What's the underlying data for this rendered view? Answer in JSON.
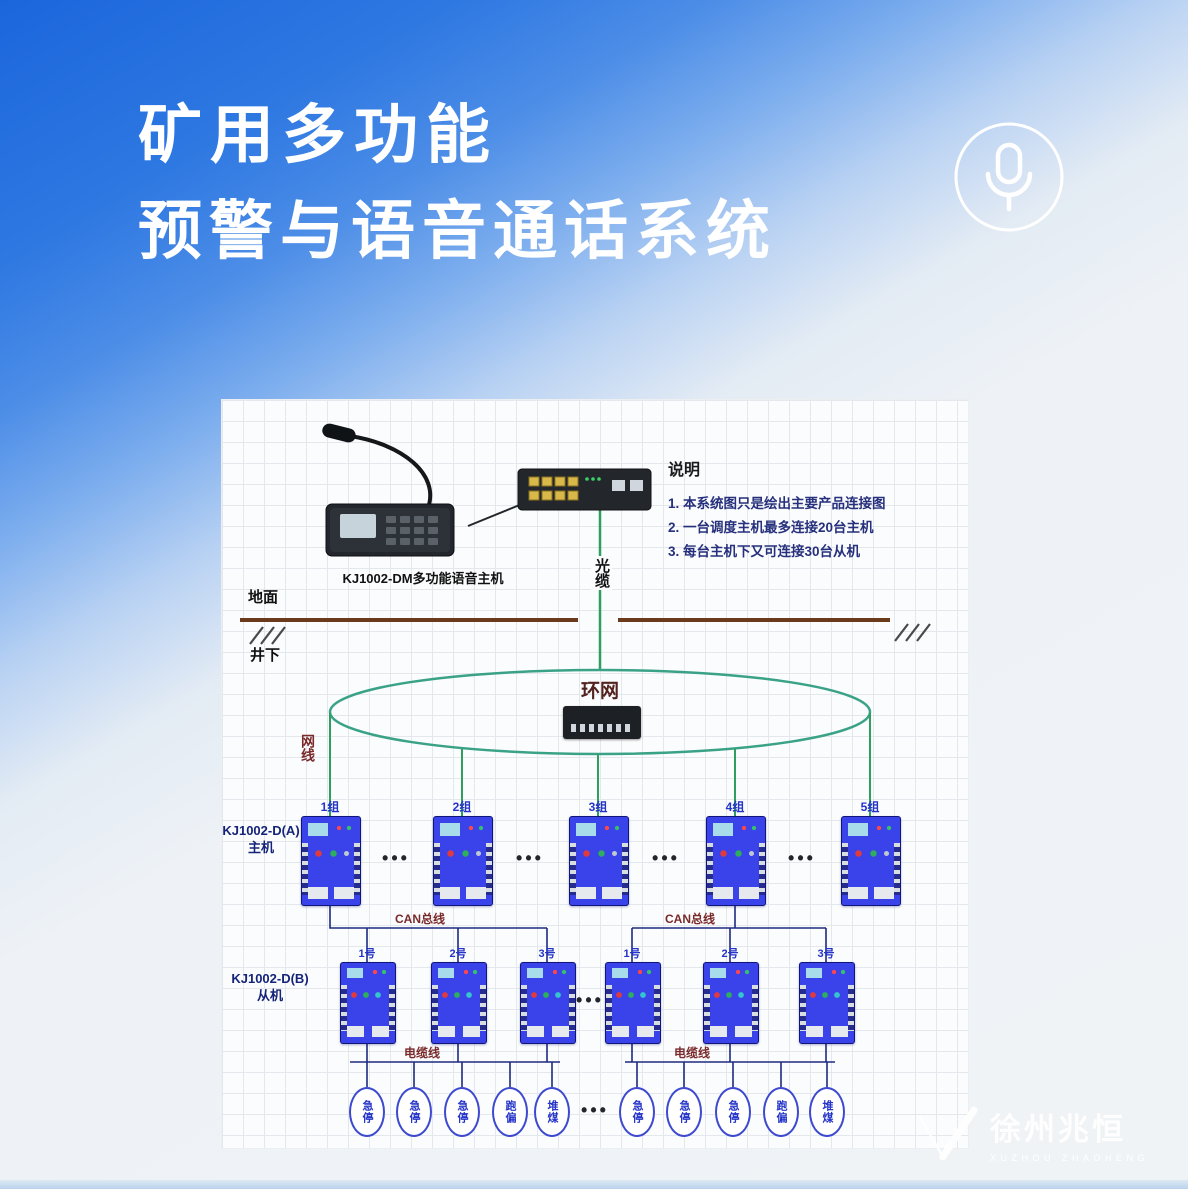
{
  "header": {
    "title_line1": "矿用多功能",
    "title_line2": "预警与语音通话系统"
  },
  "notes": {
    "title": "说明",
    "items": [
      "1. 本系统图只是绘出主要产品连接图",
      "2. 一台调度主机最多连接20台主机",
      "3. 每台主机下又可连接30台从机"
    ]
  },
  "diagram": {
    "console_label": "KJ1002-DM多功能语音主机",
    "fiber_label": "光缆",
    "surface_label": "地面",
    "underground_label": "井下",
    "ring_label": "环网",
    "net_cable_label": "网线",
    "host_model": "KJ1002-D(A)",
    "host_role": "主机",
    "slave_model": "KJ1002-D(B)",
    "slave_role": "从机",
    "can_bus_left": "CAN总线",
    "can_bus_right": "CAN总线",
    "cable_left": "电缆线",
    "cable_right": "电缆线",
    "groups": [
      "1组",
      "2组",
      "3组",
      "4组",
      "5组"
    ],
    "slave_nums": [
      "1号",
      "2号",
      "3号",
      "1号",
      "2号",
      "3号"
    ],
    "sensors": [
      "急停",
      "急停",
      "急停",
      "跑偏",
      "堆煤",
      "急停",
      "急停",
      "急停",
      "跑偏",
      "堆煤"
    ],
    "dots": "•••"
  },
  "watermark": {
    "name": "徐州兆恒",
    "sub": "XUZHOU ZHAOHENG"
  },
  "colors": {
    "header_blue": "#2471dd",
    "device_blue": "#3a43ea",
    "fiber_green": "#2f9e5f",
    "ring_teal": "#3aa287",
    "ground_brown": "#6b3a1b",
    "bus_navy": "#1e2a80",
    "label_maroon": "#7a2a2a"
  }
}
